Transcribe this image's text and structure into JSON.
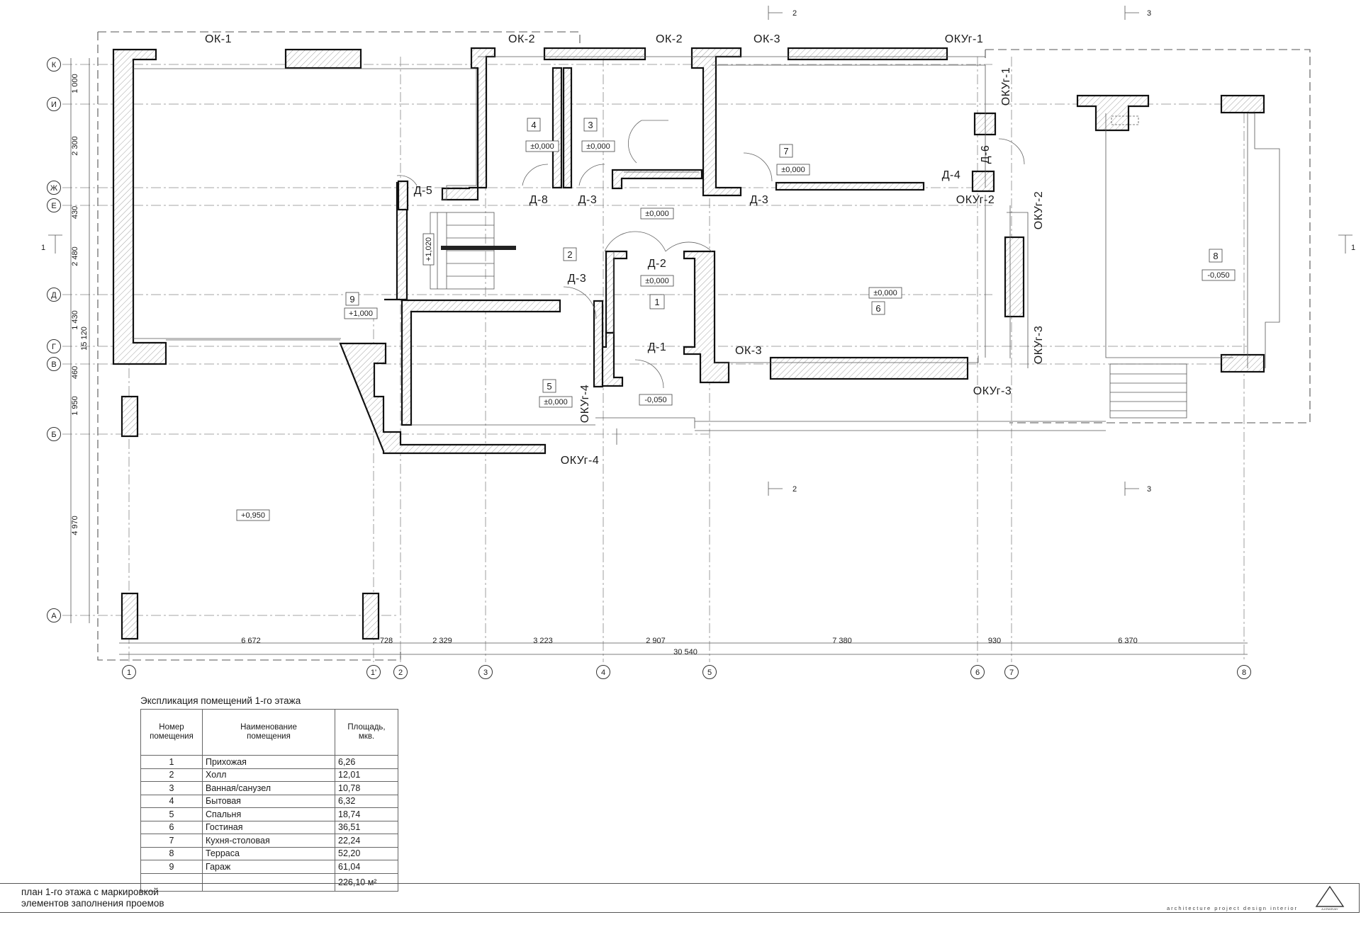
{
  "drawing": {
    "title_line1": "план 1-го этажа  с маркировкой",
    "title_line2": "элементов заполнения проемов",
    "brand": "architecture  project  design  interior",
    "logo_text": "A-KRASIVAY"
  },
  "axes": {
    "rows": [
      "К",
      "И",
      "Ж",
      "Е",
      "Д",
      "Г",
      "В",
      "Б",
      "А"
    ],
    "cols": [
      "1",
      "1'",
      "2",
      "3",
      "4",
      "5",
      "6",
      "7",
      "8"
    ]
  },
  "dimensions": {
    "vertical": [
      "1 000",
      "2 300",
      "430",
      "2 480",
      "1 430",
      "460",
      "1 950",
      "4 970"
    ],
    "vertical_total": "15 120",
    "horizontal": [
      "6 672",
      "728",
      "2 329",
      "3 223",
      "2 907",
      "7 380",
      "930",
      "6 370"
    ],
    "horizontal_total": "30 540"
  },
  "sections": {
    "mark_1": "1",
    "mark_2": "2",
    "mark_3": "3"
  },
  "openings": {
    "ok1": "ОК-1",
    "ok2a": "ОК-2",
    "ok2b": "ОК-2",
    "ok3a": "ОК-3",
    "ok3b": "ОК-3",
    "okyg1_top": "ОКУг-1",
    "okyg1_side": "ОКУг-1",
    "okyg2_side": "ОКУг-2",
    "okyg2": "ОКУг-2",
    "okyg3_side": "ОКУг-3",
    "okyg3": "ОКУг-3",
    "okyg4_side": "ОКУг-4",
    "okyg4": "ОКУг-4",
    "d1": "Д-1",
    "d2": "Д-2",
    "d3a": "Д-3",
    "d3b": "Д-3",
    "d3c": "Д-3",
    "d4": "Д-4",
    "d5": "Д-5",
    "d6": "Д-6",
    "d8": "Д-8"
  },
  "levels": {
    "r4": "±0,000",
    "r3": "±0,000",
    "r7": "±0,000",
    "hall": "±0,000",
    "r2": "±0,000",
    "r6": "±0,000",
    "r9": "+1,000",
    "r5": "±0,000",
    "entry": "-0,050",
    "r8": "-0,050",
    "stair": "+1,020",
    "yard": "+0,950"
  },
  "rooms_tags": {
    "n1": "1",
    "n2": "2",
    "n3": "3",
    "n4": "4",
    "n5": "5",
    "n6": "6",
    "n7": "7",
    "n8": "8",
    "n9": "9"
  },
  "schedule": {
    "caption": "Экспликация помещений 1-го этажа",
    "headers": [
      "Номер\nпомещения",
      "Наименование\nпомещения",
      "Площадь,\nмкв."
    ],
    "rows": [
      {
        "num": "1",
        "name": "Прихожая",
        "area": "6,26"
      },
      {
        "num": "2",
        "name": "Холл",
        "area": "12,01"
      },
      {
        "num": "3",
        "name": "Ванная/санузел",
        "area": "10,78"
      },
      {
        "num": "4",
        "name": "Бытовая",
        "area": "6,32"
      },
      {
        "num": "5",
        "name": "Спальня",
        "area": "18,74"
      },
      {
        "num": "6",
        "name": "Гостиная",
        "area": "36,51"
      },
      {
        "num": "7",
        "name": "Кухня-столовая",
        "area": "22,24"
      },
      {
        "num": "8",
        "name": "Терраса",
        "area": "52,20"
      },
      {
        "num": "9",
        "name": "Гараж",
        "area": "61,04"
      }
    ],
    "total": "226,10 м²"
  }
}
